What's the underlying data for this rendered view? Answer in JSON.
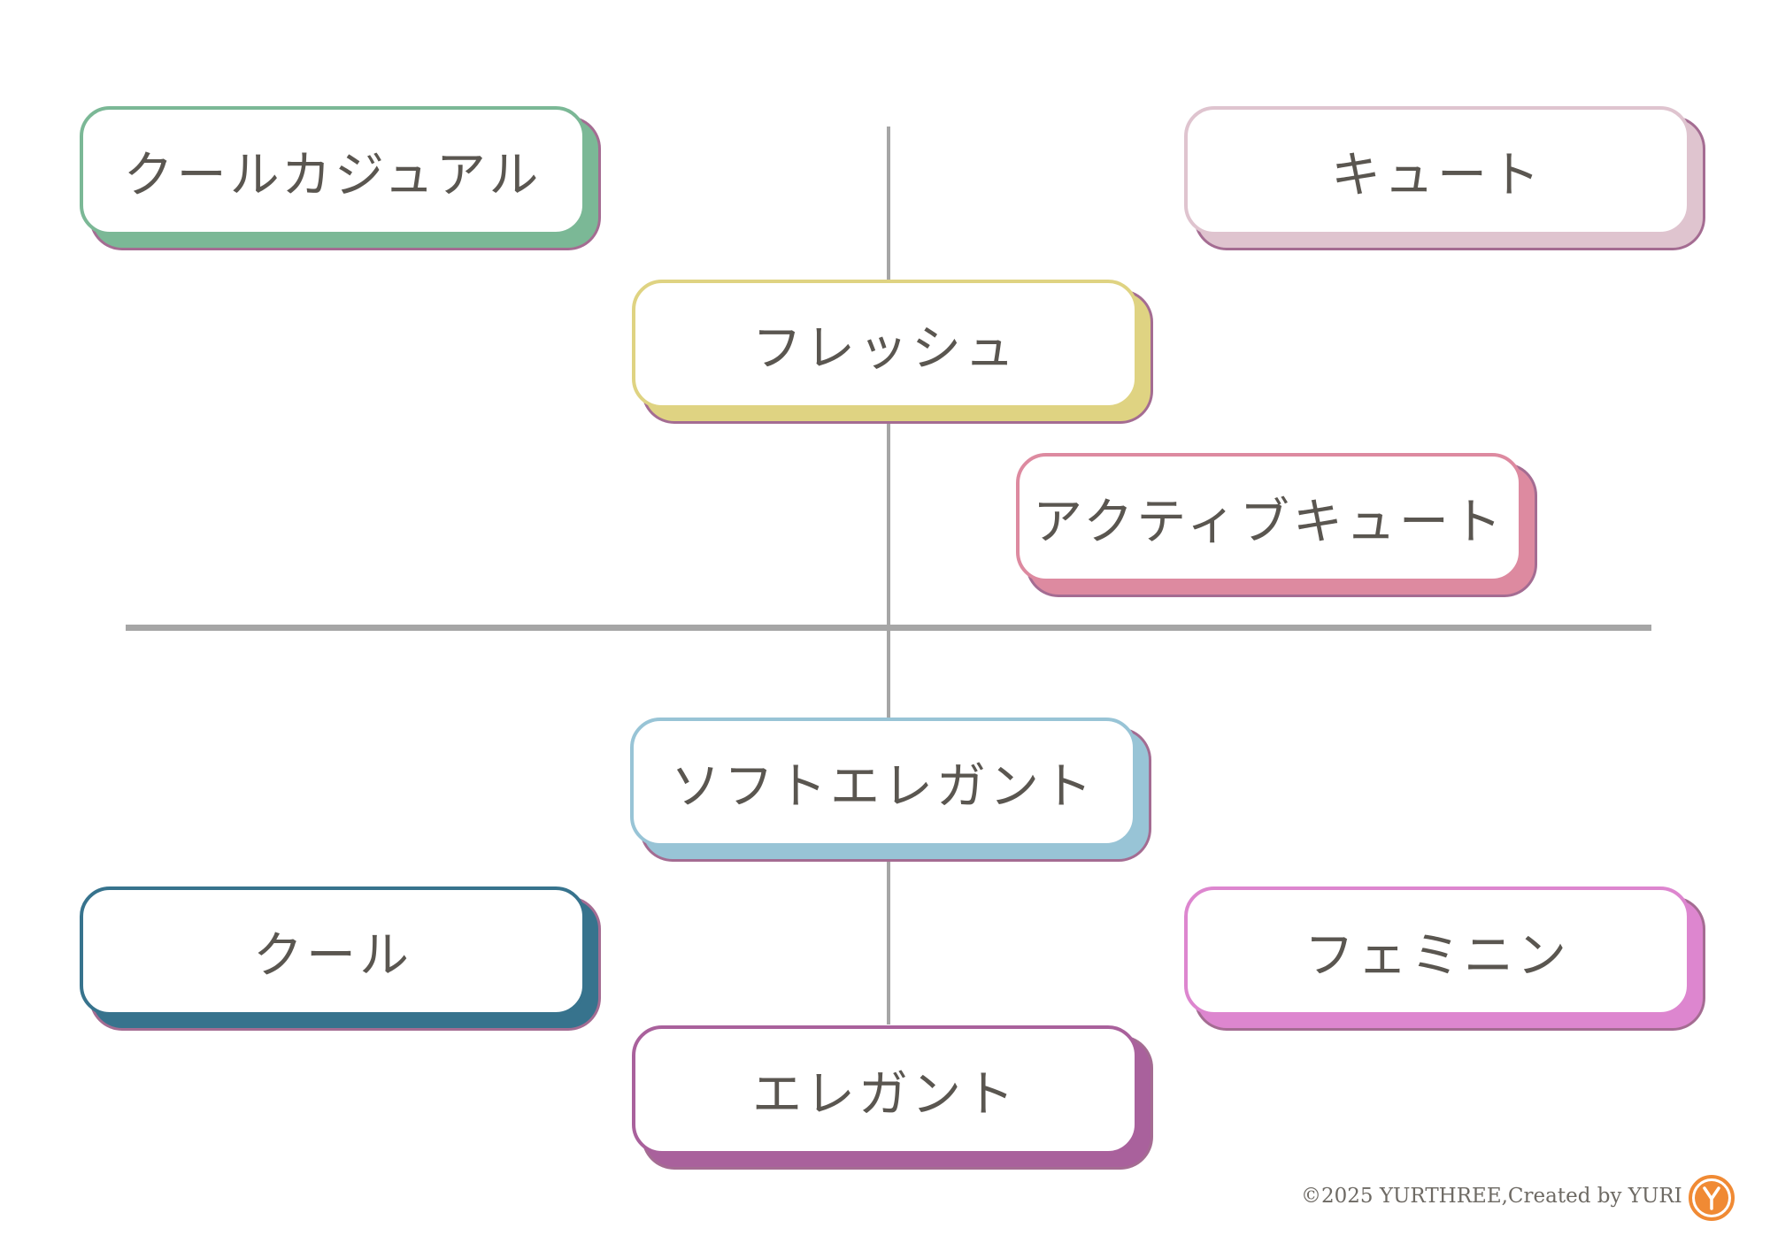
{
  "labels": [
    {
      "id": "cool-casual",
      "text": "クールカジュアル",
      "border_color": "#7bb896",
      "shadow_color": "#7bb896"
    },
    {
      "id": "cute",
      "text": "キュート",
      "border_color": "#dfc4cf",
      "shadow_color": "#dfc4cf"
    },
    {
      "id": "fresh",
      "text": "フレッシュ",
      "border_color": "#dfd382",
      "shadow_color": "#dfd382"
    },
    {
      "id": "active-cute",
      "text": "アクティブキュート",
      "border_color": "#dd8aa0",
      "shadow_color": "#dd8aa0"
    },
    {
      "id": "soft-elegant",
      "text": "ソフトエレガント",
      "border_color": "#98c4d6",
      "shadow_color": "#98c4d6"
    },
    {
      "id": "cool",
      "text": "クール",
      "border_color": "#37738d",
      "shadow_color": "#37738d"
    },
    {
      "id": "feminine",
      "text": "フェミニン",
      "border_color": "#dd86cf",
      "shadow_color": "#dd86cf"
    },
    {
      "id": "elegant",
      "text": "エレガント",
      "border_color": "#a9619c",
      "shadow_color": "#a9619c"
    }
  ],
  "colors": {
    "axis": "#a6a6a6",
    "shadow_outline": "#a46c92",
    "text": "#5a5650",
    "logo_orange": "#f08a34"
  },
  "footer": {
    "copyright": "©2025 YURTHREE,Created by YURI"
  },
  "logo": {
    "icon": "yurthree-logo-icon"
  }
}
